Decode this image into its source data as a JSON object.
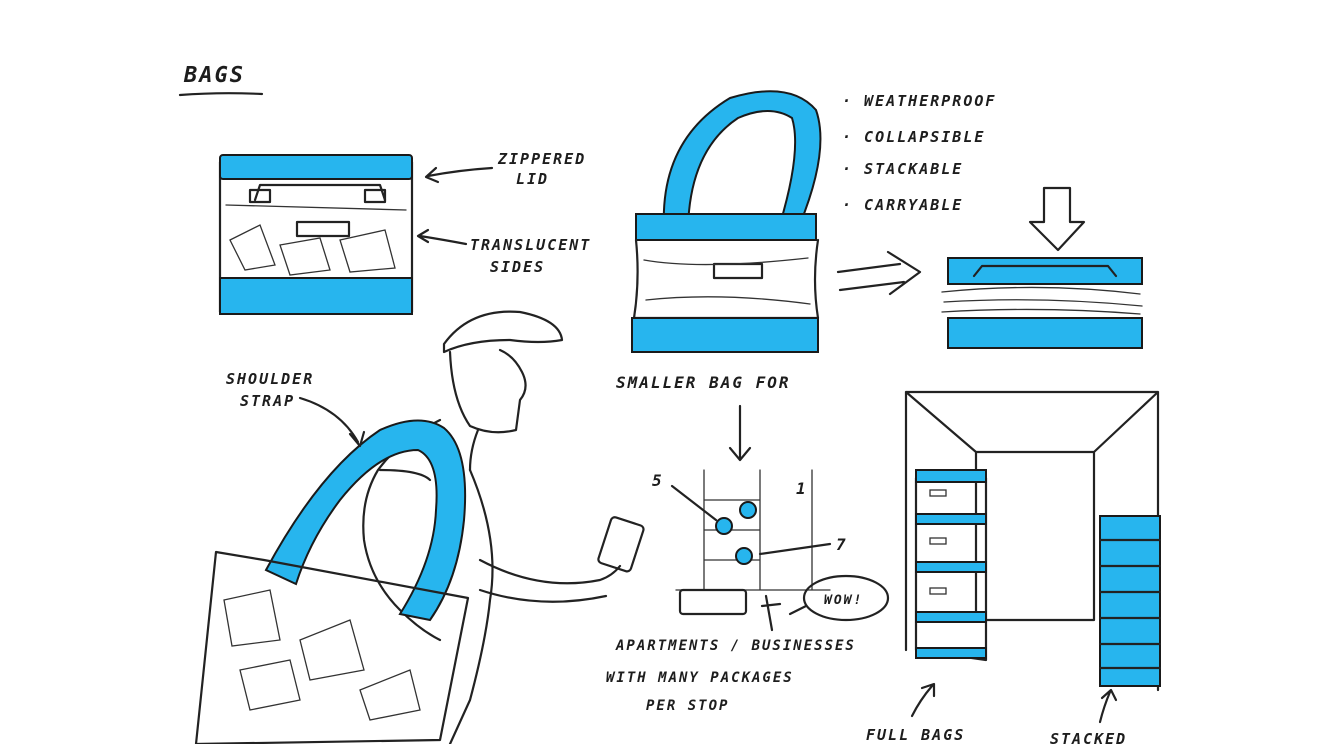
{
  "title": "BAGS",
  "labels": {
    "zippered_lid_1": "ZIPPERED",
    "zippered_lid_2": "LID",
    "translucent_1": "TRANSLUCENT",
    "translucent_2": "SIDES",
    "shoulder_1": "SHOULDER",
    "shoulder_2": "STRAP",
    "smaller_bag": "SMALLER BAG FOR",
    "apartments_1": "APARTMENTS / BUSINESSES",
    "apartments_2": "WITH MANY PACKAGES",
    "apartments_3": "PER STOP",
    "full_bags": "FULL BAGS",
    "stacked": "STACKED",
    "wow": "WOW!",
    "num_5": "5",
    "num_1": "1",
    "num_7": "7"
  },
  "features": [
    "· WEATHERPROOF",
    "· COLLAPSIBLE",
    "· STACKABLE",
    "· CARRYABLE"
  ],
  "colors": {
    "accent": "#27b5ee",
    "ink": "#1d1d1d"
  }
}
